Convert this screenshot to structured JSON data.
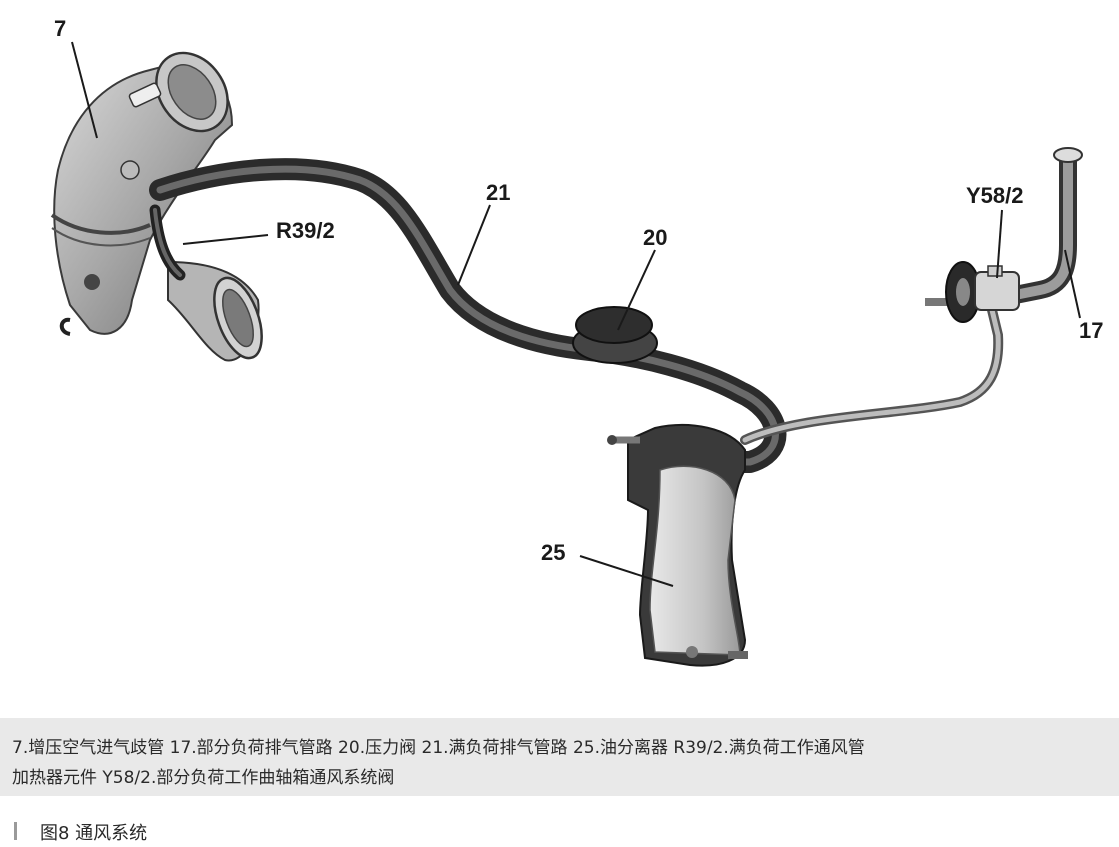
{
  "callouts": {
    "c7": "7",
    "c21": "21",
    "c20": "20",
    "cY58": "Y58/2",
    "c17": "17",
    "cR39": "R39/2",
    "c25": "25"
  },
  "caption": {
    "line1": "7.增压空气进气歧管   17.部分负荷排气管路   20.压力阀   21.满负荷排气管路   25.油分离器   R39/2.满负荷工作通风管",
    "line2": "加热器元件   Y58/2.部分负荷工作曲轴箱通风系统阀"
  },
  "figure_title": "图8   通风系统"
}
